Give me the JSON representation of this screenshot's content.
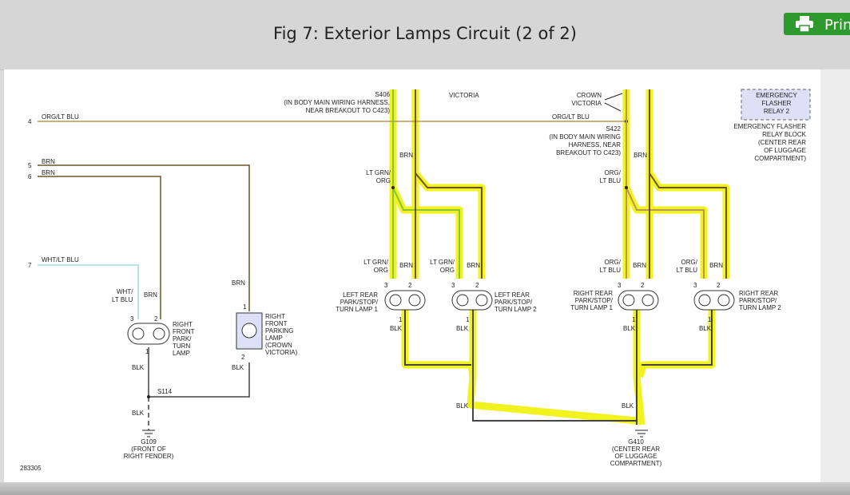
{
  "header": {
    "title": "Fig 7: Exterior Lamps Circuit (2 of 2)",
    "print_label": "Prin"
  },
  "colors": {
    "brn": "#6b5426",
    "org_lt_blu": "#b7985a",
    "wht_lt_blu": "#9fd9dd",
    "lt_grn": "#88c43a",
    "blk": "#444444",
    "highlight": "#f2f21e",
    "relay_block": "#dde0f7"
  },
  "diagram": {
    "figure_id": "283305",
    "pins": {
      "p4": "4",
      "p5": "5",
      "p6": "6",
      "p7": "7",
      "n1": "1",
      "n2": "2",
      "n3": "3"
    },
    "wires": {
      "org_lt_blu": "ORG/LT BLU",
      "brn": "BRN",
      "wht_lt_blu": "WHT/LT BLU",
      "blk": "BLK",
      "wht_lt_blu_2": "WHT/",
      "lt_blu": "LT BLU",
      "lt_grn_slash": "LT GRN/",
      "org": "ORG",
      "org_slash": "ORG/"
    },
    "splices": {
      "s406": "S406",
      "s406_note": [
        "(IN BODY MAIN WIRING HARNESS,",
        "NEAR BREAKOUT TO C423)"
      ],
      "s422": "S422",
      "s422_note": [
        "(IN BODY MAIN WIRING",
        "HARNESS, NEAR",
        "BREAKOUT TO C423)"
      ],
      "s114": "S114"
    },
    "victoria": "VICTORIA",
    "crown_victoria": [
      "CROWN",
      "VICTORIA"
    ],
    "relay": {
      "box": [
        "EMERGENCY",
        "FLASHER",
        "RELAY 2"
      ],
      "desc": [
        "EMERGENCY FLASHER",
        "RELAY BLOCK",
        "(CENTER REAR",
        "OF LUGGAGE",
        "COMPARTMENT)"
      ]
    },
    "lamps": {
      "rf_turn": [
        "RIGHT",
        "FRONT",
        "PARK/",
        "TURN",
        "LAMP"
      ],
      "rf_parking": [
        "RIGHT",
        "FRONT",
        "PARKING",
        "LAMP",
        "(CROWN",
        "VICTORIA)"
      ],
      "lr1": [
        "LEFT REAR",
        "PARK/STOP/",
        "TURN LAMP 1"
      ],
      "lr2": [
        "LEFT REAR",
        "PARK/STOP/",
        "TURN LAMP 2"
      ],
      "rr1": [
        "RIGHT REAR",
        "PARK/STOP/",
        "TURN LAMP 1"
      ],
      "rr2": [
        "RIGHT REAR",
        "PARK/STOP/",
        "TURN LAMP 2"
      ]
    },
    "grounds": {
      "g109": [
        "G109",
        "(FRONT OF",
        "RIGHT FENDER)"
      ],
      "g410": [
        "G410",
        "(CENTER REAR",
        "OF LUGGAGE",
        "COMPARTMENT)"
      ]
    }
  }
}
